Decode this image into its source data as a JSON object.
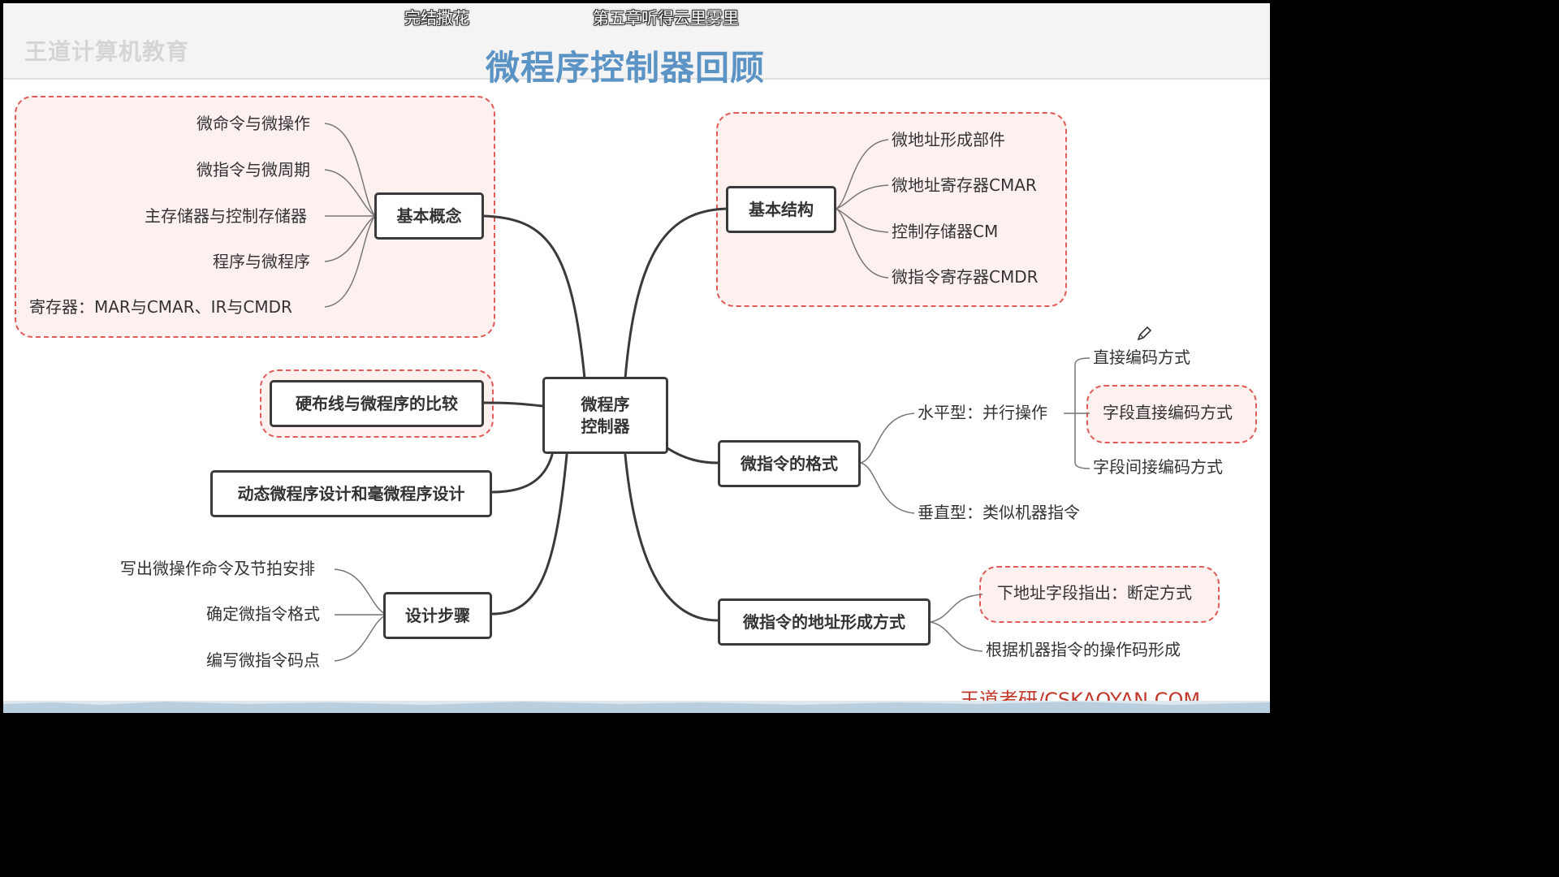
{
  "header": {
    "watermark": "王道计算机教育",
    "marquee_left": "完结撒花",
    "marquee_right": "第五章听得云里雾里",
    "title": "微程序控制器回顾"
  },
  "center": {
    "label": "微程序\n控制器"
  },
  "basic_concepts": {
    "label": "基本概念",
    "items": [
      "微命令与微操作",
      "微指令与微周期",
      "主存储器与控制存储器",
      "程序与微程序",
      "寄存器：MAR与CMAR、IR与CMDR"
    ]
  },
  "comparison": {
    "label": "硬布线与微程序的比较"
  },
  "dynamic": {
    "label": "动态微程序设计和毫微程序设计"
  },
  "design_steps": {
    "label": "设计步骤",
    "items": [
      "写出微操作命令及节拍安排",
      "确定微指令格式",
      "编写微指令码点"
    ]
  },
  "basic_structure": {
    "label": "基本结构",
    "items": [
      "微地址形成部件",
      "微地址寄存器CMAR",
      "控制存储器CM",
      "微指令寄存器CMDR"
    ]
  },
  "format": {
    "label": "微指令的格式",
    "horizontal": "水平型：并行操作",
    "vertical": "垂直型：类似机器指令",
    "encoding": [
      "直接编码方式",
      "字段直接编码方式",
      "字段间接编码方式"
    ]
  },
  "address": {
    "label": "微指令的地址形成方式",
    "items": [
      "下地址字段指出：断定方式",
      "根据机器指令的操作码形成"
    ]
  },
  "footer": "王道考研/CSKAOYAN.COM",
  "icons": {
    "pen": "pen-icon"
  },
  "colors": {
    "title": "#5a93c4",
    "dashed_border": "#e05a5a",
    "footer": "#c0392b"
  }
}
